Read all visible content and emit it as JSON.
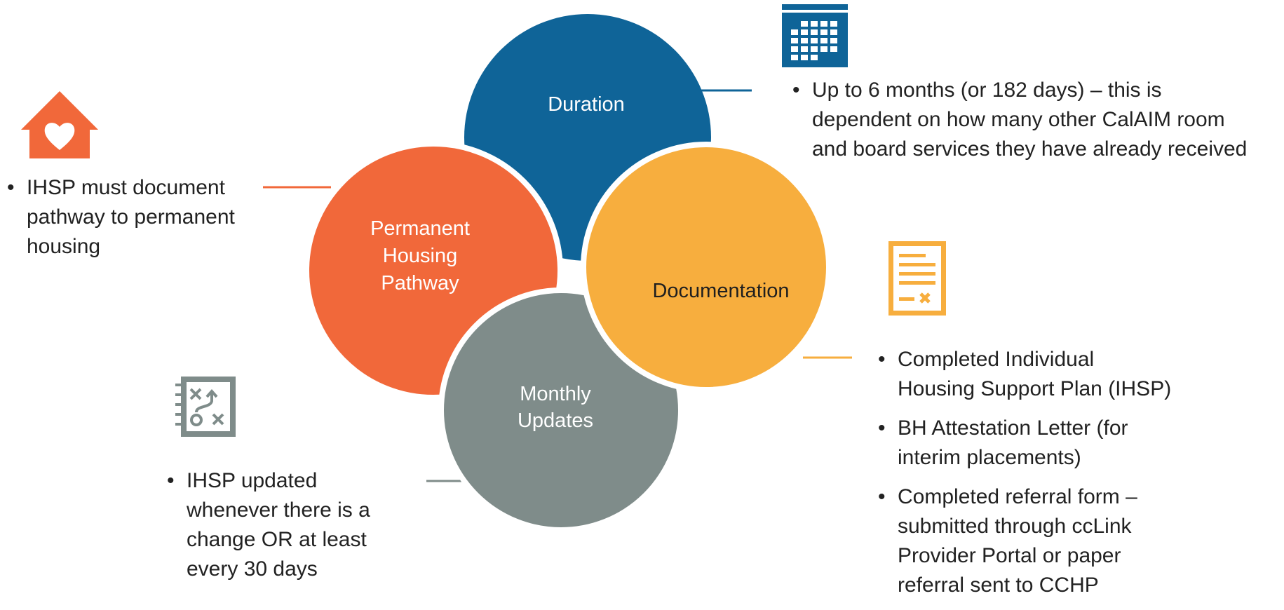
{
  "colors": {
    "duration": "#0f6498",
    "documentation": "#f7ae3e",
    "monthly": "#7f8c8a",
    "permanent": "#f1683a",
    "icon_orange": "#f1683a",
    "icon_blue": "#0f6498",
    "icon_yellow": "#f7ae3e",
    "icon_gray": "#7f8c8a"
  },
  "circles": {
    "duration": "Duration",
    "documentation": "Documentation",
    "monthly": [
      "Monthly",
      "Updates"
    ],
    "permanent": [
      "Permanent",
      "Housing",
      "Pathway"
    ]
  },
  "icons": {
    "home": "home-heart-icon",
    "calendar": "calendar-icon",
    "document": "document-icon",
    "plan": "strategy-plan-icon"
  },
  "bullets": {
    "duration": [
      [
        "Up to 6 months (or 182 days) – this is",
        "dependent on how many other CalAIM room",
        "and board services they have already received"
      ]
    ],
    "permanent": [
      [
        "IHSP must document",
        "pathway to permanent",
        "housing"
      ]
    ],
    "monthly": [
      [
        "IHSP updated",
        "whenever there is a",
        "change OR at least",
        "every 30 days"
      ]
    ],
    "documentation": [
      [
        "Completed Individual",
        "Housing Support Plan (IHSP)"
      ],
      [
        "BH Attestation Letter (for",
        "interim placements)"
      ],
      [
        "Completed referral form –",
        "submitted through ccLink",
        "Provider Portal or paper",
        "referral sent to CCHP"
      ]
    ]
  }
}
